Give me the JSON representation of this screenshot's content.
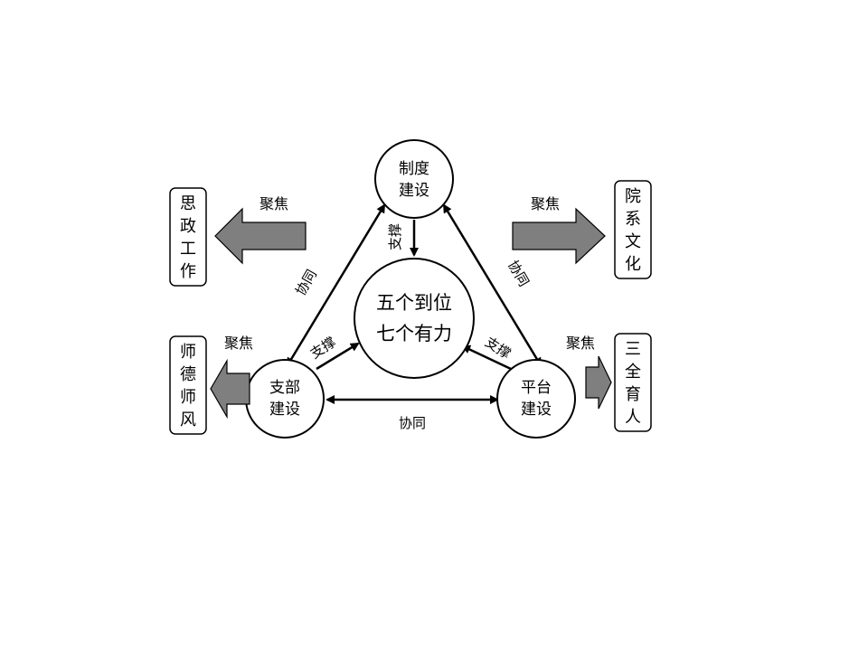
{
  "nodes": {
    "zhidu": {
      "line1": "制度",
      "line2": "建设"
    },
    "center": {
      "line1": "五个到位",
      "line2": "七个有力"
    },
    "zhibu": {
      "line1": "支部",
      "line2": "建设"
    },
    "pingtai": {
      "line1": "平台",
      "line2": "建设"
    }
  },
  "edge_labels": {
    "xietong_left": "协同",
    "xietong_right": "协同",
    "xietong_bottom": "协同",
    "zhicheng_top": "支撑",
    "zhicheng_left": "支撑",
    "zhicheng_right": "支撑"
  },
  "focus_labels": {
    "top_left": "聚焦",
    "top_right": "聚焦",
    "bottom_left": "聚焦",
    "bottom_right": "聚焦"
  },
  "outcomes": {
    "sizheng": [
      "思",
      "政",
      "工",
      "作"
    ],
    "yuanxi": [
      "院",
      "系",
      "文",
      "化"
    ],
    "shide": [
      "师",
      "德",
      "师",
      "风"
    ],
    "sanquan": [
      "三",
      "全",
      "育",
      "人"
    ]
  },
  "colors": {
    "arrow_fill": "#7f7f7f",
    "stroke": "#000000"
  }
}
